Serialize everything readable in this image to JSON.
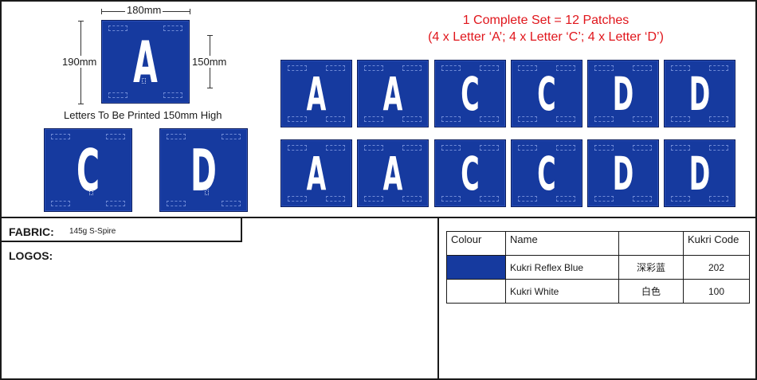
{
  "dimensions": {
    "width": "180mm",
    "height": "190mm",
    "letter_height": "150mm"
  },
  "note_letters": "Letters To Be Printed 150mm High",
  "set_line1": "1 Complete Set = 12 Patches",
  "set_line2": "(4 x Letter ‘A’;  4 x Letter ‘C’;  4 x Letter ‘D’)",
  "sample_patches": [
    {
      "letter": "A"
    },
    {
      "letter": "C"
    },
    {
      "letter": "D"
    }
  ],
  "set_rows": [
    [
      {
        "letter": "A"
      },
      {
        "letter": "A"
      },
      {
        "letter": "C"
      },
      {
        "letter": "C"
      },
      {
        "letter": "D"
      },
      {
        "letter": "D"
      }
    ],
    [
      {
        "letter": "A"
      },
      {
        "letter": "A"
      },
      {
        "letter": "C"
      },
      {
        "letter": "C"
      },
      {
        "letter": "D"
      },
      {
        "letter": "D"
      }
    ]
  ],
  "fabric": {
    "label": "FABRIC:",
    "value": "145g S-Spire"
  },
  "logos_label": "LOGOS:",
  "colour_table": {
    "headers": [
      "Colour",
      "Name",
      "",
      "Kukri Code"
    ],
    "rows": [
      {
        "swatch": "#163a9f",
        "name": "Kukri Reflex Blue",
        "chinese": "深彩蓝",
        "code": "202"
      },
      {
        "swatch": "#ffffff",
        "name": "Kukri White",
        "chinese": "白色",
        "code": "100"
      }
    ]
  },
  "colors": {
    "patch_blue": "#163a9f",
    "accent_red": "#e0151b"
  }
}
